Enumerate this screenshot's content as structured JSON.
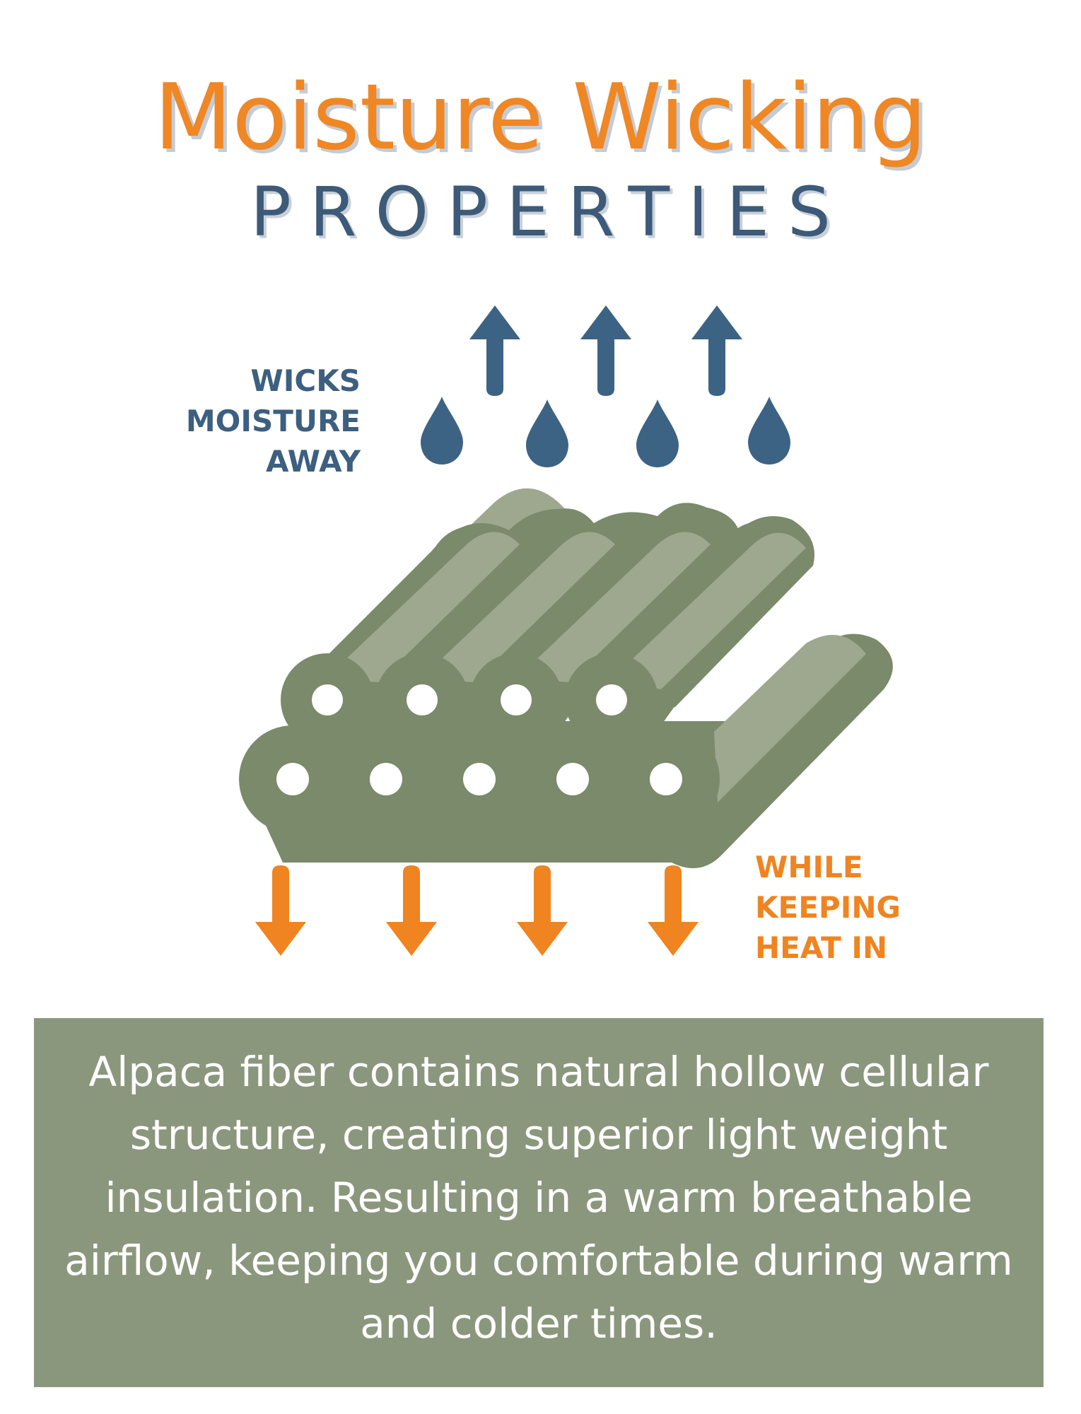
{
  "title": "Moisture Wicking",
  "subtitle": "PROPERTIES",
  "labels": {
    "wicks": [
      "WICKS",
      "MOISTURE",
      "AWAY"
    ],
    "heat": [
      "WHILE",
      "KEEPING",
      "HEAT IN"
    ]
  },
  "description": "Alpaca fiber contains natural hollow cellular structure, creating superior light weight insulation. Resulting in a warm breathable airflow, keeping you comfortable during warm and colder times.",
  "colors": {
    "title": "#ef8724",
    "subtitle": "#3d5a78",
    "moisture": "#3d5f80",
    "heat": "#ef8420",
    "fiber_dark": "#7a8a6a",
    "fiber_light": "#9da88f",
    "box": "#8b977d"
  },
  "icons": {
    "moisture_arrows": "arrow-up-icon",
    "droplets": "water-drop-icon",
    "heat_arrows": "arrow-down-icon",
    "fiber_bundle": "hollow-fiber-bundle-icon"
  }
}
